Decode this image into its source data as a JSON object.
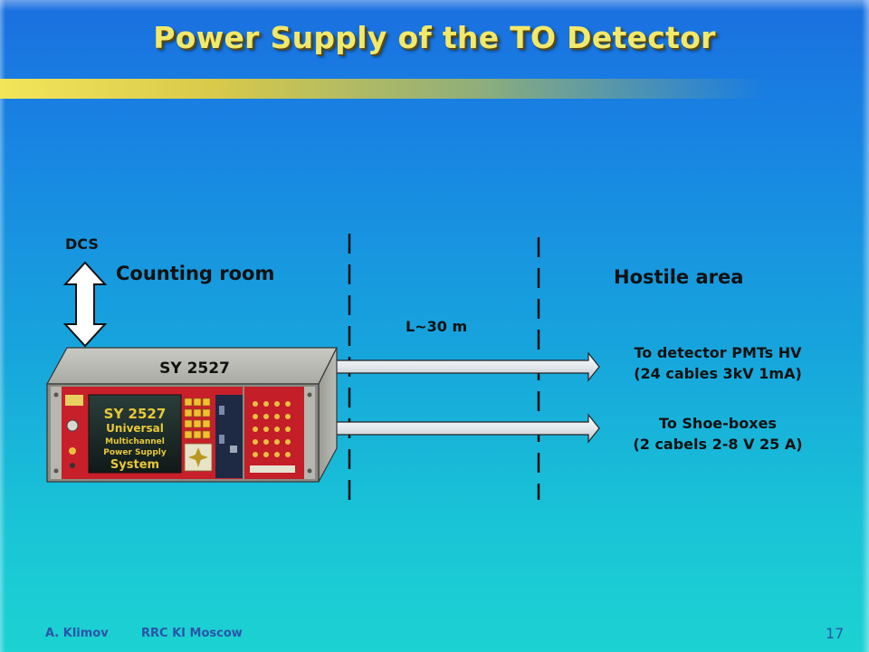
{
  "title": "Power Supply of the TO Detector",
  "labels": {
    "dcs": "DCS",
    "counting_room": "Counting room",
    "hostile_area": "Hostile area",
    "distance": "L~30 m",
    "device": "SY 2527",
    "output1_line1": "To detector PMTs HV",
    "output1_line2": "(24 cables 3kV 1mA)",
    "output2_line1": "To Shoe-boxes",
    "output2_line2": "(2 cabels 2-8 V 25 A)"
  },
  "panel": {
    "line1": "SY 2527",
    "line2": "Universal",
    "line3": "Multichannel",
    "line4": "Power Supply",
    "line5": "System"
  },
  "footer": {
    "author": "A. Klimov",
    "org": "RRC KI  Moscow",
    "page": "17"
  },
  "colors": {
    "title": "#f2e86a",
    "background_top": "#1a6fe0",
    "background_bottom": "#1cd2d2",
    "device_front": "#c8202a",
    "footer": "#2a56a8"
  }
}
